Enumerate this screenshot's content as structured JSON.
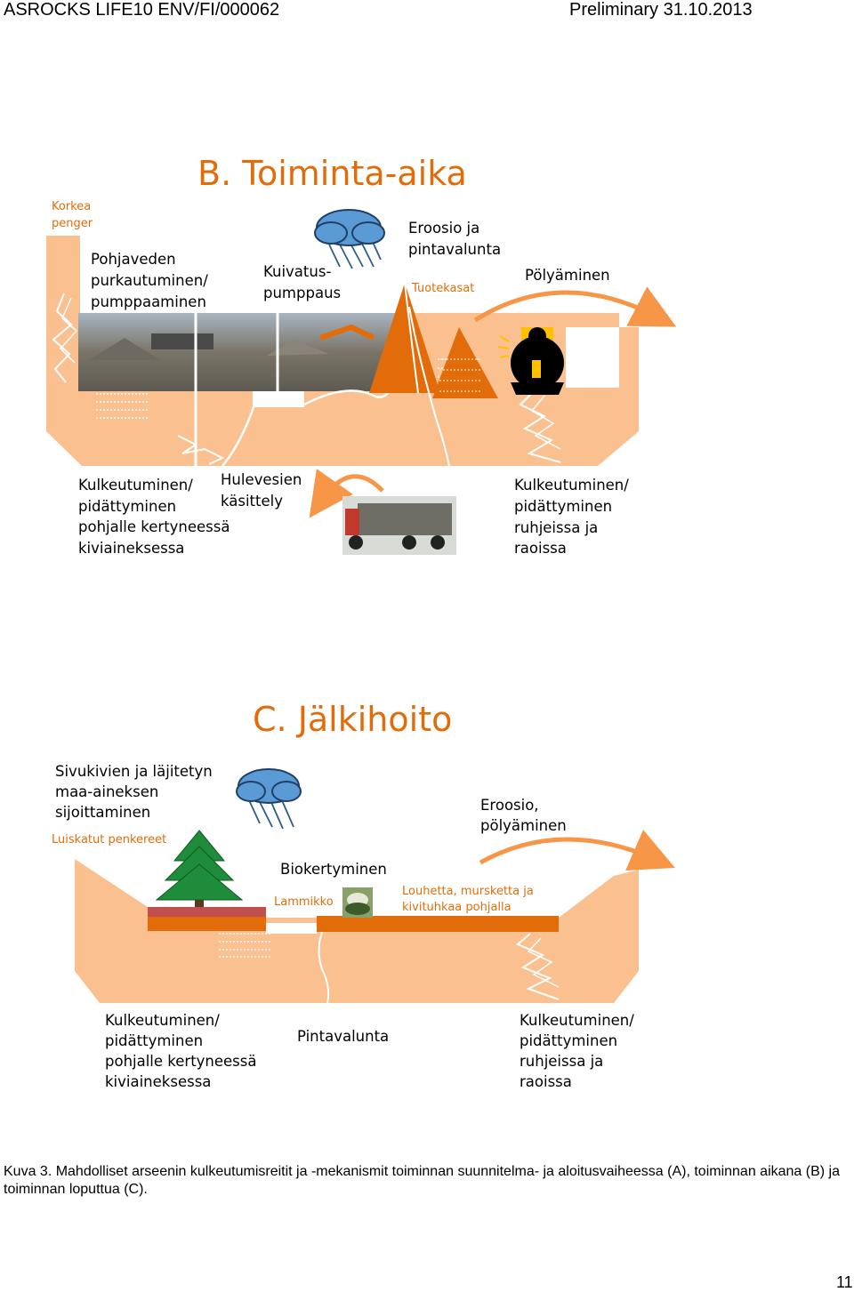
{
  "header": {
    "left": "ASROCKS LIFE10 ENV/FI/000062",
    "right": "Preliminary 31.10.2013"
  },
  "panel_b": {
    "title": "B. Toiminta-aika",
    "labels": {
      "korkea": [
        "Korkea",
        "penger"
      ],
      "pohjaveden": [
        "Pohjaveden",
        "purkautuminen/",
        "pumppaaminen"
      ],
      "kuivatus": [
        "Kuivatus-",
        "pumppaus"
      ],
      "eroosio": [
        "Eroosio ja",
        "pintavalunta"
      ],
      "tuotekasat": "Tuotekasat",
      "polyaminen": "Pölyäminen",
      "kulk_left": [
        "Kulkeutuminen/",
        "pidättyminen",
        "pohjalle kertyneessä",
        "kiviaineksessa"
      ],
      "hulevesien": [
        "Hulevesien",
        "käsittely"
      ],
      "kulk_right": [
        "Kulkeutuminen/",
        "pidättyminen",
        "ruhjeissa ja",
        "raoissa"
      ]
    }
  },
  "panel_c": {
    "title": "C. Jälkihoito",
    "labels": {
      "sivukivien": [
        "Sivukivien ja läjitetyn",
        "maa-aineksen",
        "sijoittaminen"
      ],
      "luiskatut": "Luiskatut penkereet",
      "eroosio": [
        "Eroosio,",
        "pölyäminen"
      ],
      "biokertyminen": "Biokertyminen",
      "lammikko": "Lammikko",
      "louhetta": [
        "Louhetta, mursketta ja",
        "kivituhkaa pohjalla"
      ],
      "kulk_left": [
        "Kulkeutuminen/",
        "pidättyminen",
        "pohjalle kertyneessä",
        "kiviaineksessa"
      ],
      "pintavalunta": "Pintavalunta",
      "kulk_right": [
        "Kulkeutuminen/",
        "pidättyminen",
        "ruhjeissa ja",
        "raoissa"
      ]
    }
  },
  "caption": "Kuva 3. Mahdolliset arseenin kulkeutumisreitit ja -mekanismit toiminnan suunnitelma- ja aloitusvaiheessa (A), toiminnan aikana (B) ja toiminnan loputtua (C).",
  "page_number": "11",
  "colors": {
    "ground": "#fac090",
    "accent_orange": "#e36c0a",
    "arrow_orange": "#f79646",
    "tree_green": "#1e8c3a",
    "cloud_blue": "#5b9bd5",
    "brown_strip": "#c0504d"
  },
  "icons": {
    "rain_cloud": "rain-cloud-icon",
    "tree": "tree-icon",
    "dust_figure": "dust-figure-icon",
    "truck": "truck-photo",
    "crusher": "crusher-plant-photo",
    "frog": "frog-photo"
  }
}
